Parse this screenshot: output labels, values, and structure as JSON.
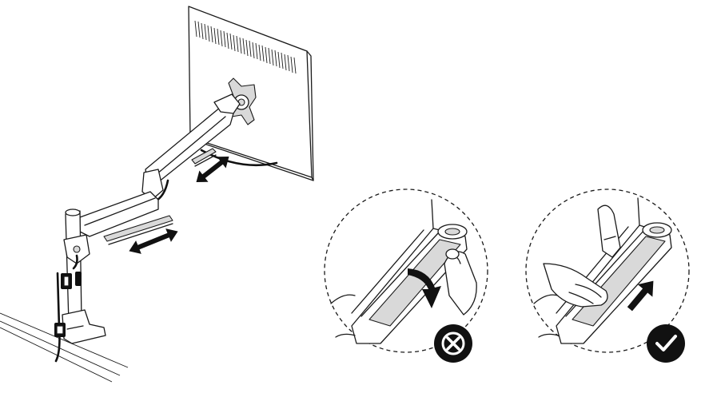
{
  "figure": {
    "colors": {
      "ink": "#1a1a1a",
      "fill_gray": "#d9d9d9",
      "badge": "#111111",
      "background": "#ffffff"
    },
    "panels": [
      {
        "id": "monitor-arm-assembly",
        "icons": [
          "double-arrow-icon",
          "double-arrow-icon"
        ]
      },
      {
        "id": "cable-cover-incorrect",
        "icons": [
          "curved-arrow-icon",
          "cross-icon"
        ]
      },
      {
        "id": "cable-cover-correct",
        "icons": [
          "straight-arrow-icon",
          "check-icon"
        ]
      }
    ]
  }
}
